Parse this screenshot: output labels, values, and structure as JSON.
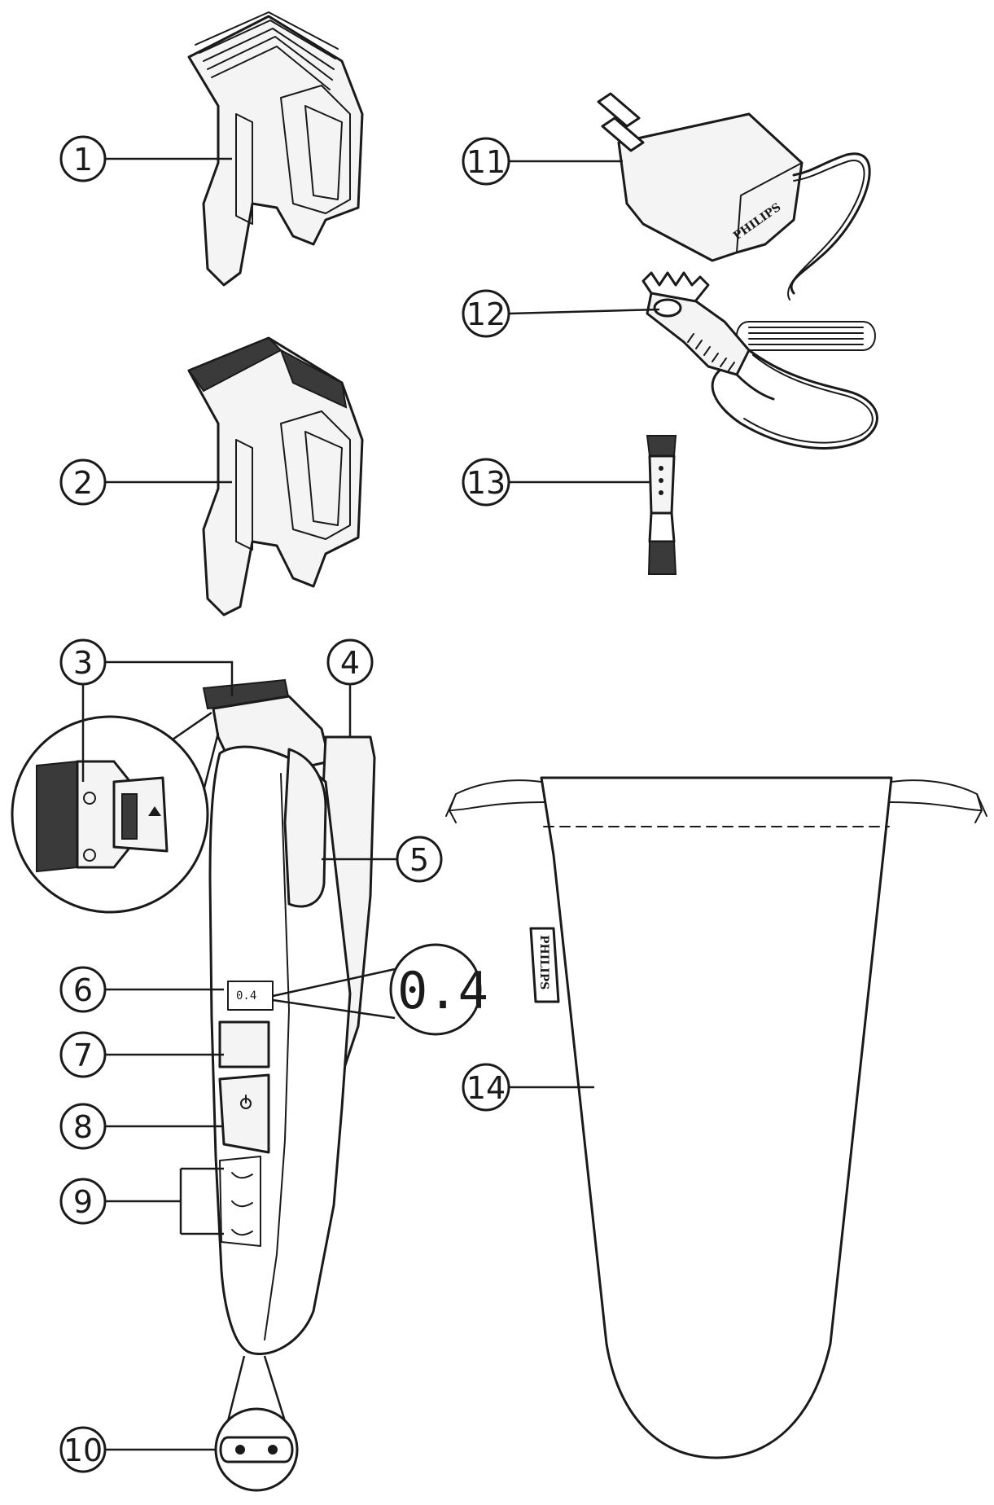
{
  "callouts": [
    {
      "id": "1",
      "label": "1"
    },
    {
      "id": "2",
      "label": "2"
    },
    {
      "id": "3",
      "label": "3"
    },
    {
      "id": "4",
      "label": "4"
    },
    {
      "id": "5",
      "label": "5"
    },
    {
      "id": "6",
      "label": "6"
    },
    {
      "id": "7",
      "label": "7"
    },
    {
      "id": "8",
      "label": "8"
    },
    {
      "id": "9",
      "label": "9"
    },
    {
      "id": "10",
      "label": "10"
    },
    {
      "id": "11",
      "label": "11"
    },
    {
      "id": "12",
      "label": "12"
    },
    {
      "id": "13",
      "label": "13"
    },
    {
      "id": "14",
      "label": "14"
    }
  ],
  "display": {
    "small_reading": "0.4",
    "zoom_reading": "0.4"
  },
  "brand": {
    "adapter": "PHILIPS",
    "pouch": "PHILIPS"
  },
  "icons": {
    "power": "power-icon"
  }
}
